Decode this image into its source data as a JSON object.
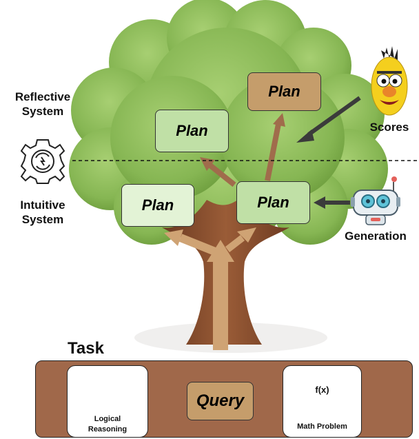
{
  "labels": {
    "reflective": [
      "Reflective",
      "System"
    ],
    "intuitive": [
      "Intuitive",
      "System"
    ],
    "scores": "Scores",
    "generation": "Generation",
    "task": "Task"
  },
  "plans": {
    "top": "Plan",
    "upper_left": "Plan",
    "lower_left": "Plan",
    "lower_right": "Plan"
  },
  "task_bar": {
    "query": "Query",
    "logical_reasoning": [
      "Logical",
      "Reasoning"
    ],
    "math_problem": "Math Problem",
    "formula_glyph": "f(x)"
  },
  "icons": [
    "gear-sync-icon",
    "bert-puppet-icon",
    "robot-icon",
    "head-gear-icon",
    "clipboard-formula-icon"
  ],
  "colors": {
    "foliage": "#8cbb5a",
    "trunk": "#8a4e2f",
    "arrow": "#cfa374",
    "plan_light": "#e3f3d6",
    "plan_mid": "#c0e0a6",
    "plan_brown": "#c59d6b",
    "task_bg": "#a0684a"
  }
}
